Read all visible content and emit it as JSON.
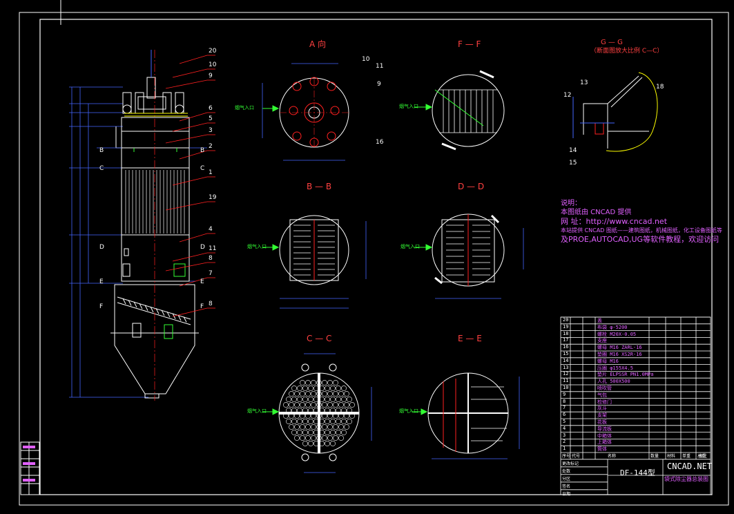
{
  "drawing": {
    "colors": {
      "background": "#000000",
      "frame": "#ffffff",
      "dimension": "#4466ff",
      "leader": "#ff2020",
      "label": "#e060ff",
      "section": "#ff4040",
      "accent": "#ffff00",
      "green": "#33ff33"
    },
    "section_views": [
      {
        "id": "A",
        "label": "A 向"
      },
      {
        "id": "FF",
        "label": "F — F"
      },
      {
        "id": "GG",
        "label": "G — G",
        "sub": "（断面图放大比例 C—C）"
      },
      {
        "id": "BB",
        "label": "B — B"
      },
      {
        "id": "DD",
        "label": "D — D"
      },
      {
        "id": "CC",
        "label": "C — C"
      },
      {
        "id": "EE",
        "label": "E — E"
      }
    ],
    "part_callouts_main": [
      "20",
      "10",
      "9",
      "6",
      "5",
      "3",
      "2",
      "1",
      "19",
      "4",
      "11",
      "8",
      "7",
      "8"
    ],
    "part_callouts_a": [
      "10",
      "11",
      "9",
      "16"
    ],
    "part_callouts_g": [
      "12",
      "13",
      "18",
      "14",
      "15"
    ],
    "section_markers": [
      "B",
      "B",
      "C",
      "C",
      "D",
      "D",
      "E",
      "E",
      "F",
      "F"
    ],
    "inlet_label": "烟气入口"
  },
  "notes": {
    "title": "说明：",
    "line1": "本图纸由 CNCAD 提供",
    "line2": "网  址：http://www.cncad.net",
    "line3": "本站提供 CNCAD 图纸——建筑图纸，机械图纸，化工设备图纸等",
    "line4": "及PROE,AUTOCAD,UG等软件教程，欢迎访问"
  },
  "parts_list": {
    "rows": [
      {
        "no": "20",
        "name": "盖"
      },
      {
        "no": "19",
        "name": "布袋 φ-5200"
      },
      {
        "no": "18",
        "name": "螺栓 M20X-0.05"
      },
      {
        "no": "17",
        "name": "支座"
      },
      {
        "no": "16",
        "name": "螺母 M16  ZARL-16"
      },
      {
        "no": "15",
        "name": "垫圈 M16  XS2R-16"
      },
      {
        "no": "14",
        "name": "螺母 M16"
      },
      {
        "no": "13",
        "name": "压圈 φ155X4.5"
      },
      {
        "no": "12",
        "name": "垫片 ELPSSR  PN1.0MPa"
      },
      {
        "no": "11",
        "name": "人孔 500X500"
      },
      {
        "no": "10",
        "name": "喷吹管"
      },
      {
        "no": "9",
        "name": "气包"
      },
      {
        "no": "8",
        "name": "检修门"
      },
      {
        "no": "7",
        "name": "灰斗"
      },
      {
        "no": "6",
        "name": "支架"
      },
      {
        "no": "5",
        "name": "花板"
      },
      {
        "no": "4",
        "name": "导流板"
      },
      {
        "no": "3",
        "name": "中箱体"
      },
      {
        "no": "2",
        "name": "上箱体"
      },
      {
        "no": "1",
        "name": "筒体"
      }
    ],
    "header": [
      "序号",
      "代号",
      "名称",
      "数量",
      "材料",
      "单重",
      "总重",
      "备注"
    ]
  },
  "title_block": {
    "company": "CNCAD.NET",
    "drawing_name": "DF-144型",
    "subtitle": "袋式除尘器总装图"
  },
  "revision_block": {
    "rows": [
      "更改标记",
      "处数",
      "分区",
      "签名",
      "日期"
    ]
  }
}
